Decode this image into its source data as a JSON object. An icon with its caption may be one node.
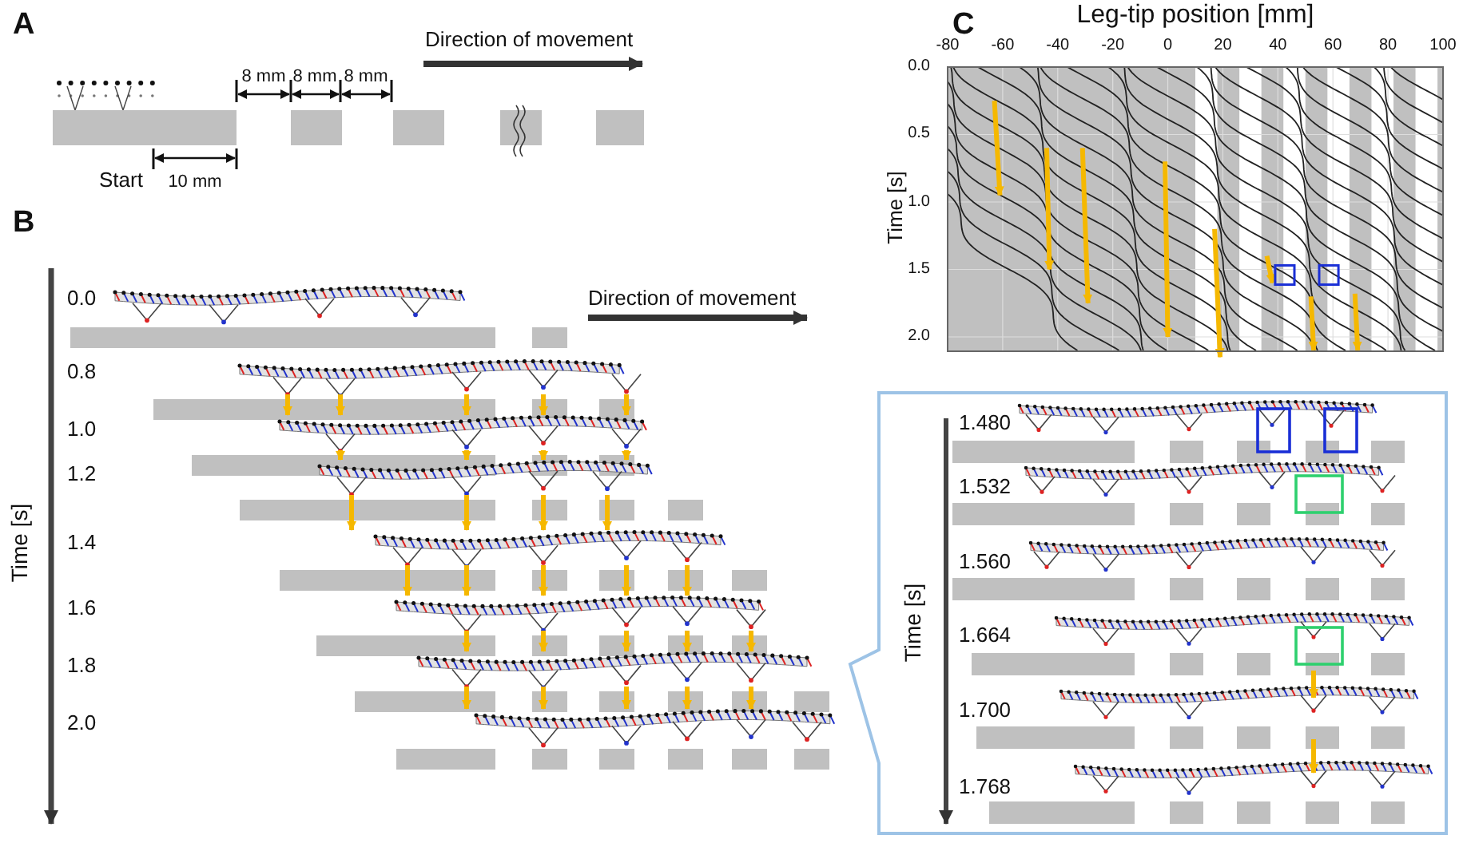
{
  "diagram": {
    "labels": [
      "A",
      "Direction of movement",
      "8 mm",
      "8 mm",
      "8 mm",
      "Start",
      "10 mm",
      "B",
      "0.0",
      "Direction of movement",
      "0.8",
      "1.0",
      "1.2",
      "1.4",
      "1.6",
      "1.8",
      "2.0",
      "Time [s]",
      "C",
      "Leg-tip position [mm]",
      "-80",
      "-60",
      "-40",
      "-20",
      "0",
      "20",
      "40",
      "60",
      "80",
      "100",
      "0.0",
      "0.5",
      "1.0",
      "1.5",
      "2.0",
      "Time [s]",
      "1.480",
      "1.532",
      "1.560",
      "1.664",
      "1.700",
      "1.768",
      "Time [s]"
    ]
  }
}
